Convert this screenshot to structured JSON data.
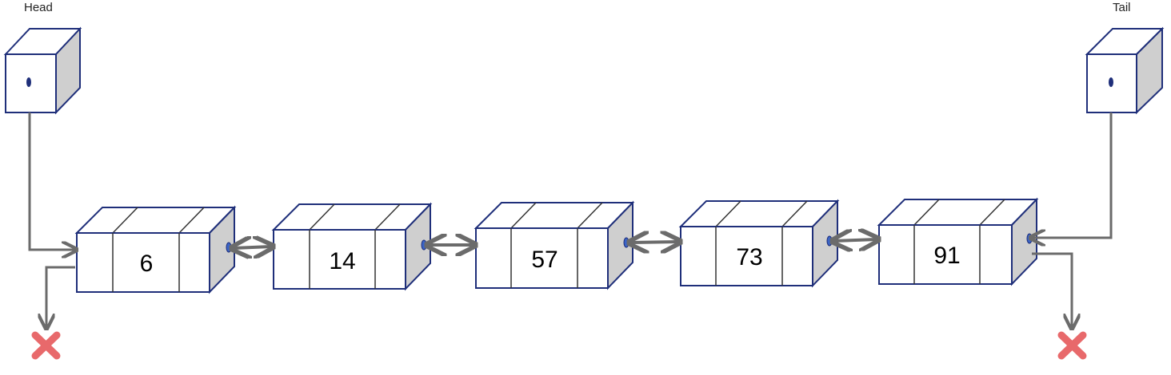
{
  "head": {
    "label": "Head"
  },
  "tail": {
    "label": "Tail"
  },
  "nodes": [
    {
      "value": "6"
    },
    {
      "value": "14"
    },
    {
      "value": "57"
    },
    {
      "value": "73"
    },
    {
      "value": "91"
    }
  ],
  "colors": {
    "outline": "#1f2f7a",
    "box_fill": "#ffffff",
    "side_fill": "#cfcfcf",
    "arrow": "#6b6b6b",
    "null_marker": "#e8696b"
  }
}
